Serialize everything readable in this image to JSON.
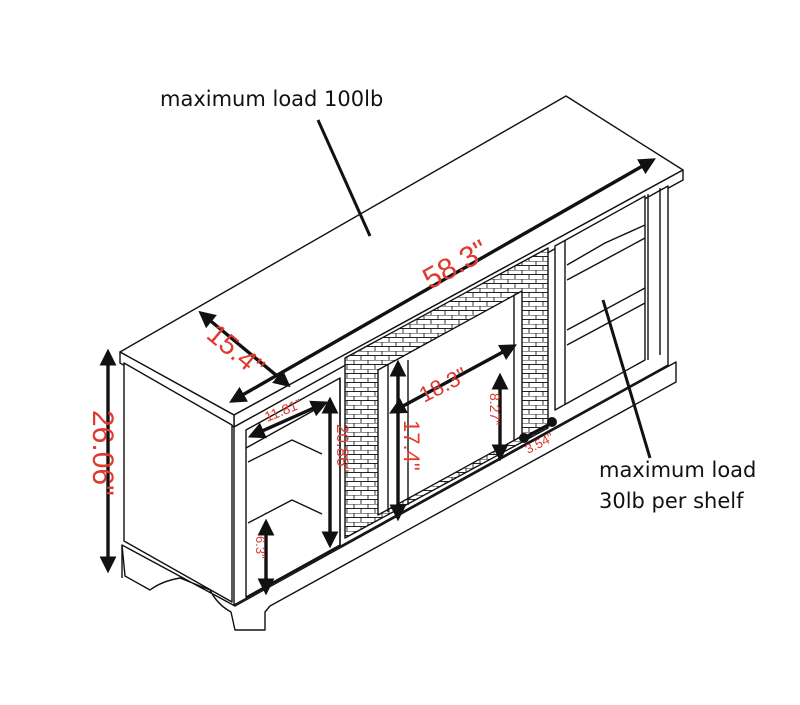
{
  "annotations": {
    "top_load": "maximum load 100lb",
    "shelf_load_line1": "maximum load",
    "shelf_load_line2": "30lb per shelf"
  },
  "dimensions": {
    "width": "58.3\"",
    "depth": "15.4\"",
    "height": "26.06\"",
    "side_opening_height": "20.86\"",
    "side_shelf_depth": "11.81\"",
    "bottom_clearance": "6.3\"",
    "fireplace_width": "18.3\"",
    "fireplace_height": "17.4\"",
    "inner_height": "8.27\"",
    "inner_depth": "3.54\""
  },
  "colors": {
    "dimension_text": "#e03a2f",
    "lines": "#111111"
  }
}
